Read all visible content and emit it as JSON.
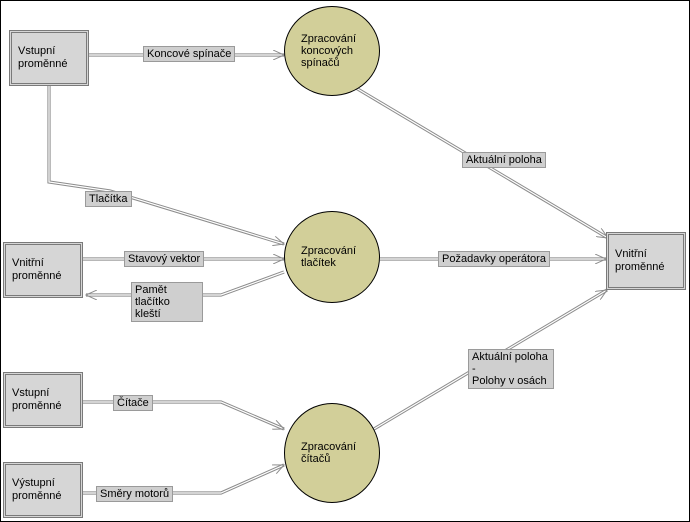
{
  "stores": {
    "in_left_top": "Vstupní\nproměnné",
    "internal_left": "Vnitřní\nproměnné",
    "in_left_mid": "Vstupní\nproměnné",
    "out_left_bottom": "Výstupní\nproměnné",
    "internal_right": "Vnitřní\nproměnné"
  },
  "processes": {
    "limit_switches": "Zpracování\nkoncových\nspínačů",
    "buttons": "Zpracování\ntlačítek",
    "counters": "Zpracování\nčítačů"
  },
  "flows": {
    "limit_switches": "Koncové spínače",
    "buttons": "Tlačítka",
    "state_vector": "Stavový vektor",
    "button_memory": "Pamět tlačítko\nkleští",
    "actual_position": "Aktuální poloha",
    "operator_requests": "Požadavky operátora",
    "position_axes": "Aktuální poloha -\nPolohy v osách",
    "counters": "Čítače",
    "motor_directions": "Směry motorů"
  },
  "colors": {
    "process_fill": "#d2cf99",
    "store_fill": "#d6d6d6",
    "label_fill": "#cfcfcf",
    "wire": "#8c8c8c"
  }
}
